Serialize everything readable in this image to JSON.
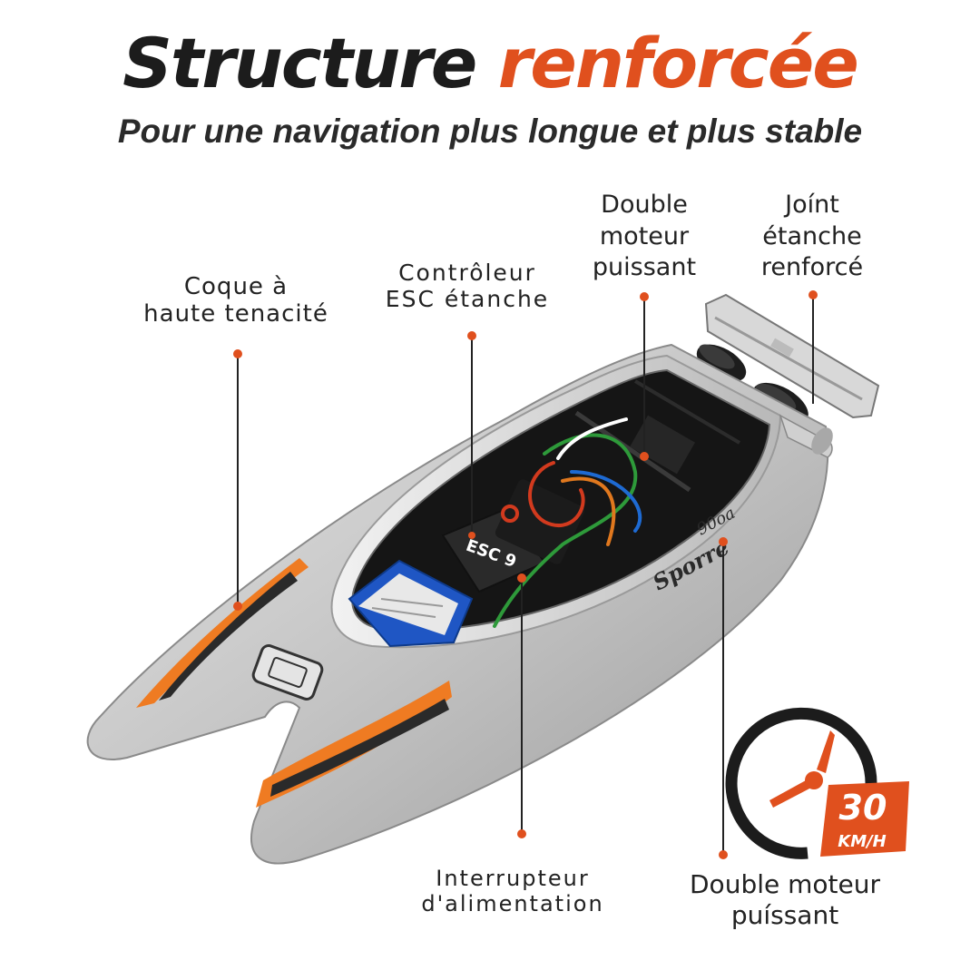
{
  "header": {
    "title_part1": "Structure",
    "title_part2": "renforcée",
    "subtitle": "Pour une navigation plus longue et plus stable"
  },
  "callouts": {
    "coque": {
      "line1": "Coque à",
      "line2": "haute tenacité"
    },
    "esc": {
      "line1": "Contrôleur",
      "line2": "ESC étanche"
    },
    "moteur": {
      "line1": "Double",
      "line2": "moteur",
      "line3": "puissant"
    },
    "joint": {
      "line1": "Joínt",
      "line2": "étanche",
      "line3": "renforcé"
    },
    "interrupteur": {
      "line1": "Interrupteur",
      "line2": "d'alimentation"
    },
    "moteur2": {
      "line1": "Double moteur",
      "line2": "puíssant"
    }
  },
  "boat": {
    "brand": "Sporre",
    "model": "90oa",
    "esc_marking": "ESC 9"
  },
  "speed_badge": {
    "value": "30",
    "unit": "KM/H"
  },
  "colors": {
    "accent": "#e0501e",
    "hull": "#c9c9c9",
    "text": "#1e1e1e"
  }
}
